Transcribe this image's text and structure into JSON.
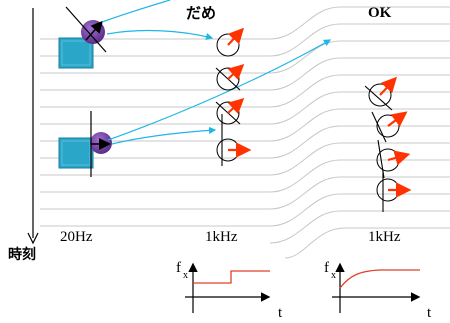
{
  "labels": {
    "bad": "だめ",
    "ok": "OK",
    "time_axis": "時刻",
    "freq_left": "20Hz",
    "freq_middle": "1kHz",
    "freq_right": "1kHz"
  },
  "graph_left": {
    "y_label": "f",
    "y_sub": "x",
    "x_label": "t"
  },
  "graph_right": {
    "y_label": "f",
    "y_sub": "x",
    "x_label": "t"
  },
  "colors": {
    "line": "#c8c8c8",
    "cube": "#2aa6c8",
    "cube_dark": "#1b7ea0",
    "sphere": "#7040a0",
    "arrow_red": "#ff3300",
    "arrow_cyan": "#1fb6e8",
    "step_curve": "#e0402a"
  }
}
